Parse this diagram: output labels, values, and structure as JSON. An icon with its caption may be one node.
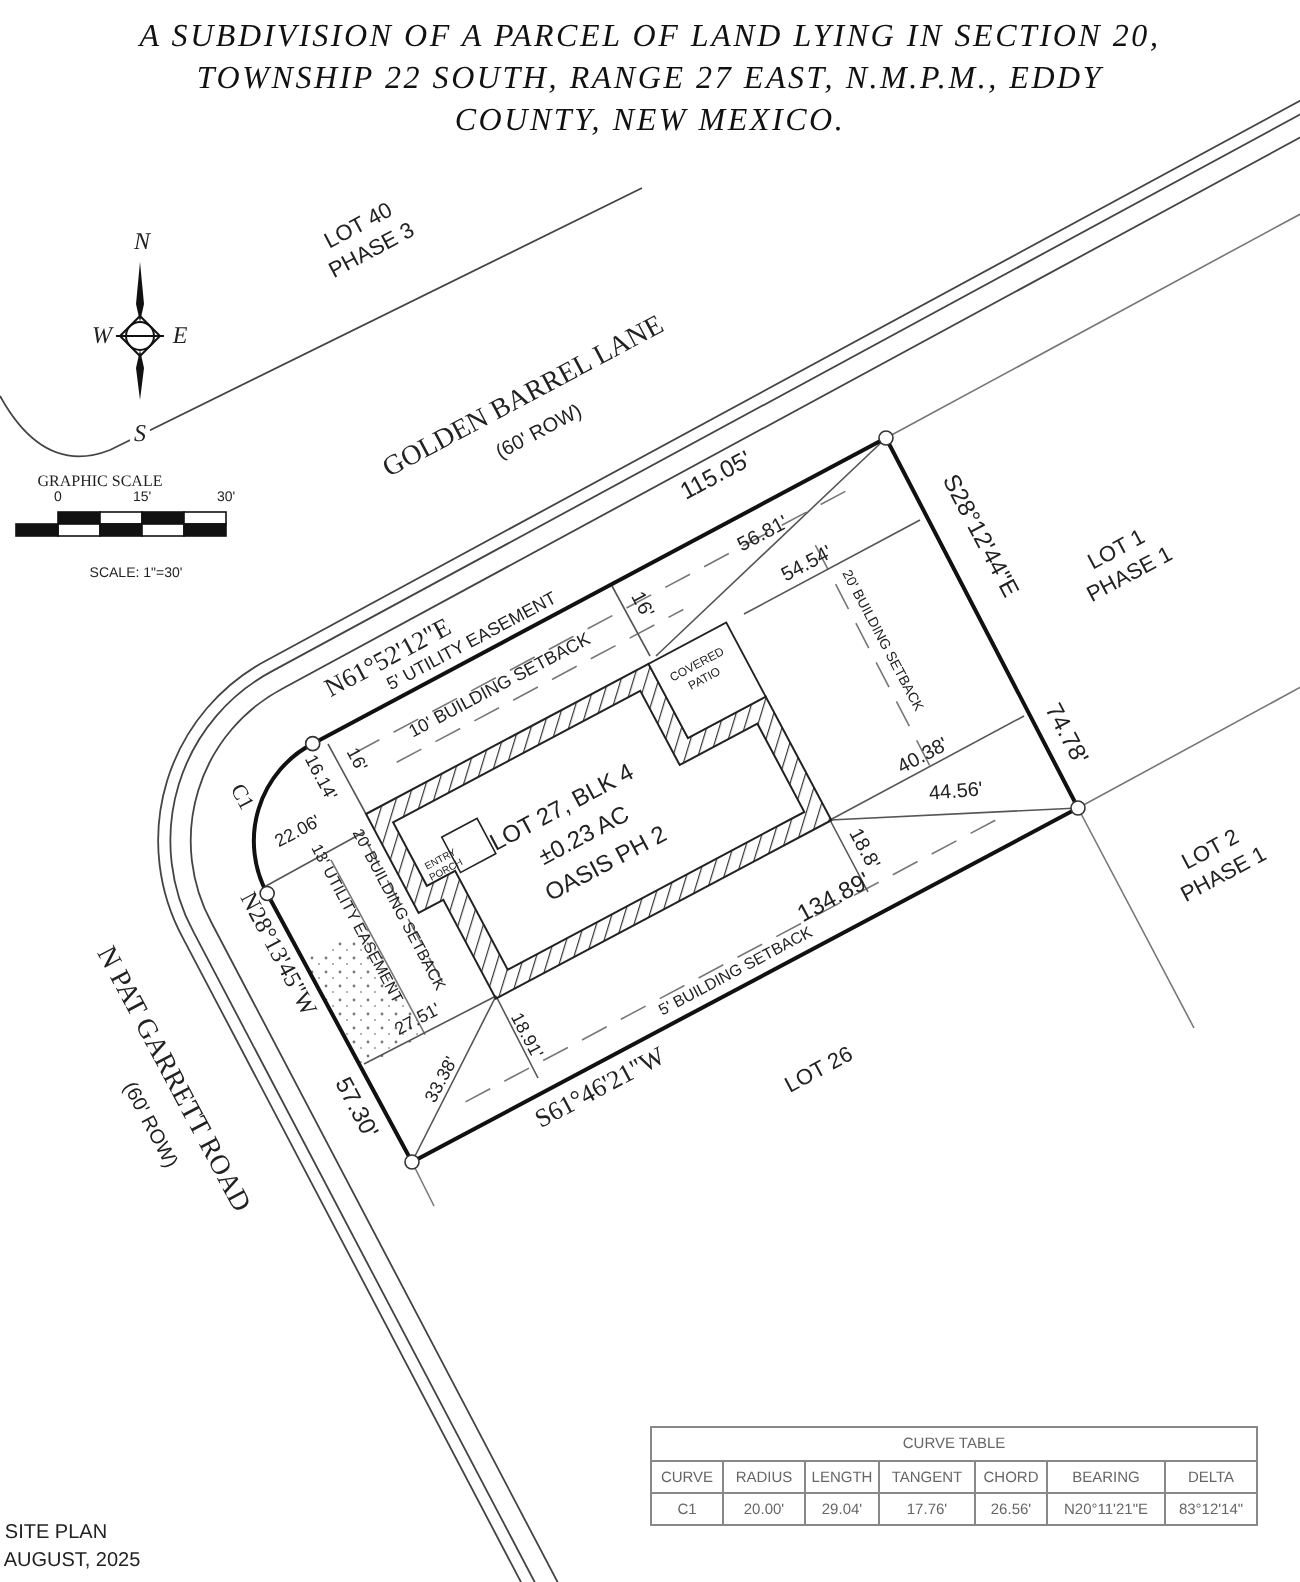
{
  "diagram": {
    "title": "A SUBDIVISION OF A PARCEL OF LAND LYING IN SECTION 20, TOWNSHIP 22 SOUTH, RANGE 27 EAST, N.M.P.M., EDDY COUNTY, NEW MEXICO.",
    "labels": [
      "LOT 40 PHASE 3",
      "N",
      "W",
      "E",
      "S",
      "GRAPHIC SCALE",
      "0",
      "15'",
      "30'",
      "SCALE: 1\"=30'",
      "GOLDEN BARREL LANE",
      "(60' ROW)",
      "115.05'",
      "S28°12'44\"E",
      "56.81'",
      "54.54'",
      "16'",
      "LOT 1 PHASE 1",
      "N61°52'12\"E",
      "5' UTILITY EASEMENT",
      "10' BUILDING SETBACK",
      "COVERED PATIO",
      "20' BUILDING SETBACK",
      "C1",
      "16'",
      "16.14'",
      "22.06'",
      "LOT 27, BLK 4",
      "±0.23 AC",
      "OASIS PH 2",
      "40.38'",
      "74.78'",
      "44.56'",
      "N28°13'45\"W",
      "20' BUILDING SETBACK",
      "13' UTILITY EASEMENT",
      "ENTRY PORCH",
      "18.8'",
      "LOT 2 PHASE 1",
      "N PAT GARRETT ROAD",
      "(60' ROW)",
      "134.89'",
      "5' BUILDING SETBACK",
      "27.51'",
      "18.91'",
      "33.38'",
      "57.30'",
      "S61°46'21\"W",
      "LOT 26",
      "SITE PLAN",
      "AUGUST, 2025",
      "CURVE TABLE",
      "CURVE",
      "RADIUS",
      "LENGTH",
      "TANGENT",
      "CHORD",
      "BEARING",
      "DELTA",
      "C1",
      "20.00'",
      "29.04'",
      "17.76'",
      "26.56'",
      "N20°11'21\"E",
      "83°12'14\""
    ]
  }
}
